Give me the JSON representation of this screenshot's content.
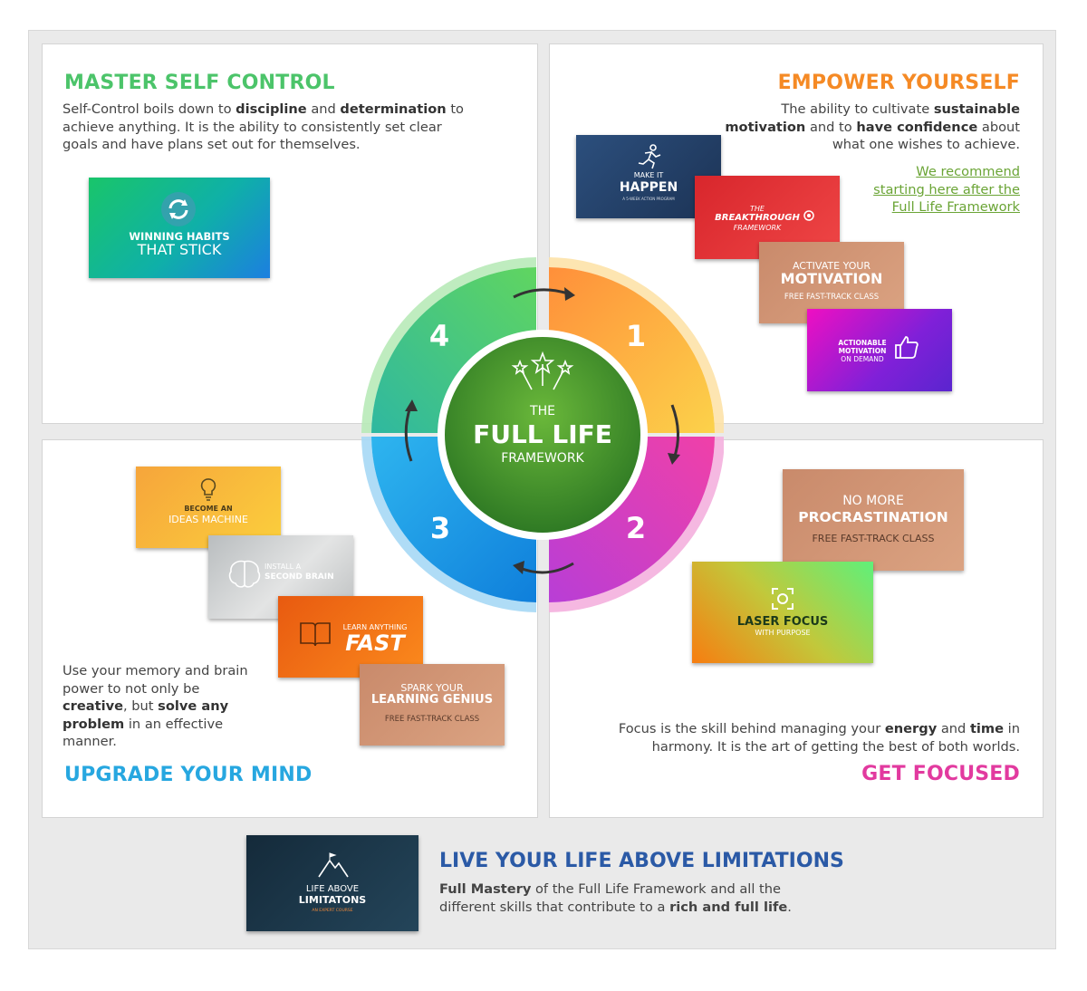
{
  "quadrants": {
    "master": {
      "title": "MASTER SELF CONTROL",
      "color": "#4cc46a",
      "body": [
        {
          "t": "Self-Control boils down to ",
          "b": false
        },
        {
          "t": "discipline",
          "b": true
        },
        {
          "t": " and ",
          "b": false
        },
        {
          "t": "determination",
          "b": true
        },
        {
          "t": " to achieve anything. It is the ability to consistently set clear goals and have plans set out for themselves.",
          "b": false
        }
      ],
      "cards": [
        {
          "l1": "WINNING HABITS",
          "l2": "THAT STICK",
          "icon": "refresh-icon"
        }
      ]
    },
    "empower": {
      "title": "EMPOWER YOURSELF",
      "color": "#f58a25",
      "body": [
        {
          "t": "The ability to cultivate ",
          "b": false
        },
        {
          "t": "sustainable motivation",
          "b": true
        },
        {
          "t": " and to ",
          "b": false
        },
        {
          "t": "have confidence",
          "b": true
        },
        {
          "t": " about what one wishes to achieve.",
          "b": false
        }
      ],
      "recommend": [
        "We recommend",
        "starting here after the",
        "Full Life Framework"
      ],
      "cards": [
        {
          "l1": "MAKE IT",
          "l2": "HAPPEN",
          "l3": "A 5-WEEK ACTION PROGRAM",
          "icon": "runner-icon"
        },
        {
          "l1": "THE",
          "l2": "BREAKTHROUGH",
          "l3": "FRAMEWORK",
          "icon": "gear-icon"
        },
        {
          "l1": "ACTIVATE YOUR",
          "l2": "MOTIVATION",
          "l3": "FREE FAST-TRACK CLASS"
        },
        {
          "l1": "ACTIONABLE",
          "l2": "MOTIVATION",
          "l3": "ON DEMAND",
          "icon": "thumbs-up-icon"
        }
      ]
    },
    "upgrade": {
      "title": "UPGRADE YOUR MIND",
      "color": "#27a7e0",
      "body": [
        {
          "t": "Use your memory and brain power to not only be ",
          "b": false
        },
        {
          "t": "creative",
          "b": true
        },
        {
          "t": ", but ",
          "b": false
        },
        {
          "t": "solve any problem",
          "b": true
        },
        {
          "t": " in an effective manner.",
          "b": false
        }
      ],
      "cards": [
        {
          "l1": "BECOME AN",
          "l2": "IDEAS MACHINE",
          "icon": "lightbulb-icon"
        },
        {
          "l1": "INSTALL A",
          "l2": "SECOND BRAIN",
          "icon": "brain-icon"
        },
        {
          "l1": "LEARN ANYTHING",
          "l2": "FAST",
          "icon": "book-icon"
        },
        {
          "l1": "SPARK YOUR",
          "l2": "LEARNING GENIUS",
          "l3": "FREE FAST-TRACK CLASS"
        }
      ]
    },
    "focused": {
      "title": "GET FOCUSED",
      "color": "#e23a9f",
      "body": [
        {
          "t": "Focus is the skill behind managing your ",
          "b": false
        },
        {
          "t": "energy",
          "b": true
        },
        {
          "t": " and ",
          "b": false
        },
        {
          "t": "time",
          "b": true
        },
        {
          "t": " in harmony. It is the art of getting the best of both worlds.",
          "b": false
        }
      ],
      "cards": [
        {
          "l1": "NO MORE",
          "l2": "PROCRASTINATION",
          "l3": "FREE FAST-TRACK CLASS"
        },
        {
          "l1": "LASER FOCUS",
          "l2": "WITH PURPOSE",
          "icon": "focus-icon"
        }
      ]
    }
  },
  "wheel": {
    "numbers": [
      "1",
      "2",
      "3",
      "4"
    ],
    "center": {
      "l1": "THE",
      "l2": "FULL LIFE",
      "l3": "FRAMEWORK",
      "icon": "fireworks-icon"
    },
    "colors": {
      "orange": "#f9a23a",
      "magenta": "#e23fb8",
      "blue": "#1b9be3",
      "green": "#3fcc72",
      "center": "#4d8f2b"
    }
  },
  "bottom": {
    "title": "LIVE YOUR LIFE ABOVE LIMITATIONS",
    "body": [
      {
        "t": "Full Mastery",
        "b": true
      },
      {
        "t": " of the Full Life Framework and all the different skills that contribute to a ",
        "b": false
      },
      {
        "t": "rich and full life",
        "b": true
      },
      {
        "t": ".",
        "b": false
      }
    ],
    "card": {
      "l1": "LIFE ABOVE",
      "l2": "LIMITATONS",
      "l3": "AN EXPERT COURSE",
      "icon": "mountain-icon"
    }
  }
}
